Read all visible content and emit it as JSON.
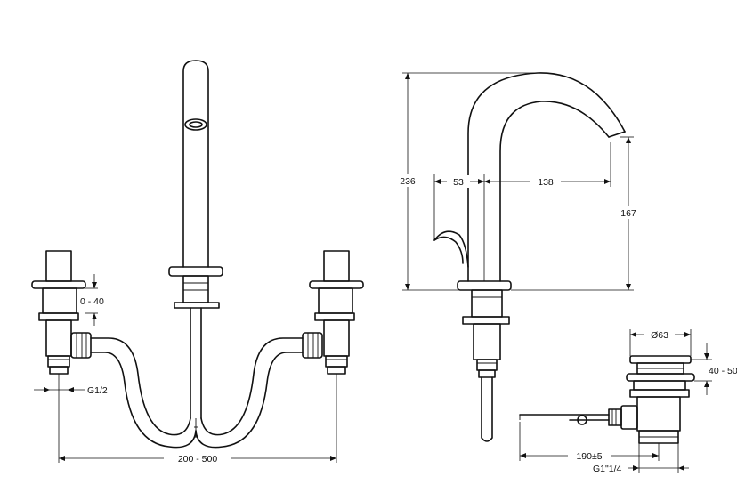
{
  "dimensions": {
    "front_height_range": "0 - 40",
    "front_thread": "G1/2",
    "front_spacing": "200 - 500",
    "side_total_height": "236",
    "side_handle_offset": "53",
    "side_reach": "138",
    "side_spout_height": "167",
    "waste_diameter": "Ø63",
    "waste_height_range": "40 - 50",
    "waste_rod_length": "190±5",
    "waste_thread": "G1\"1/4"
  }
}
